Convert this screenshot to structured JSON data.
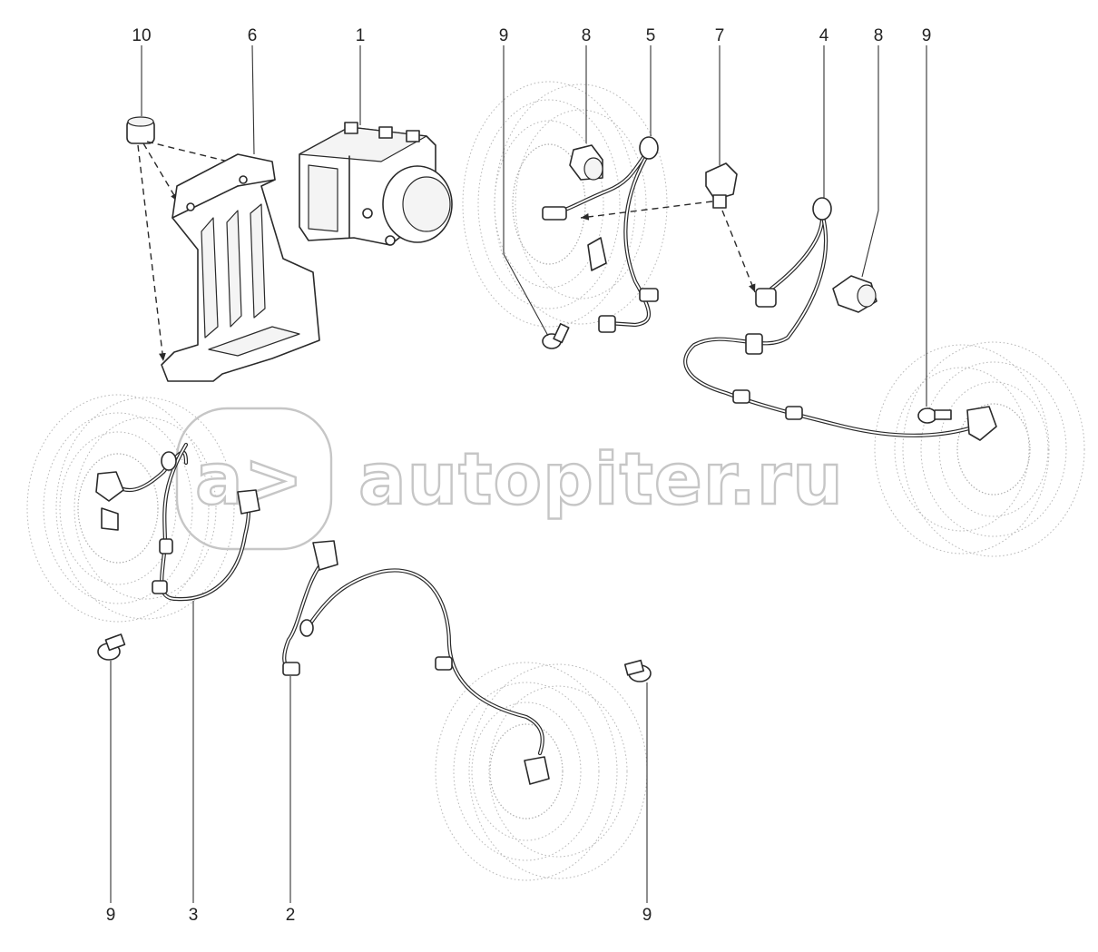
{
  "callouts": {
    "c10": "10",
    "c6": "6",
    "c1": "1",
    "c9_top_a": "9",
    "c8_top_a": "8",
    "c5": "5",
    "c7": "7",
    "c4": "4",
    "c8_top_b": "8",
    "c9_top_b": "9",
    "c9_bottom_a": "9",
    "c3": "3",
    "c2": "2",
    "c9_bottom_b": "9"
  },
  "watermark": {
    "text": "autopiter.ru"
  },
  "colors": {
    "line": "#2a2a2a",
    "hatch": "#b8b8b8",
    "watermark_stroke": "#c6c6c6"
  }
}
